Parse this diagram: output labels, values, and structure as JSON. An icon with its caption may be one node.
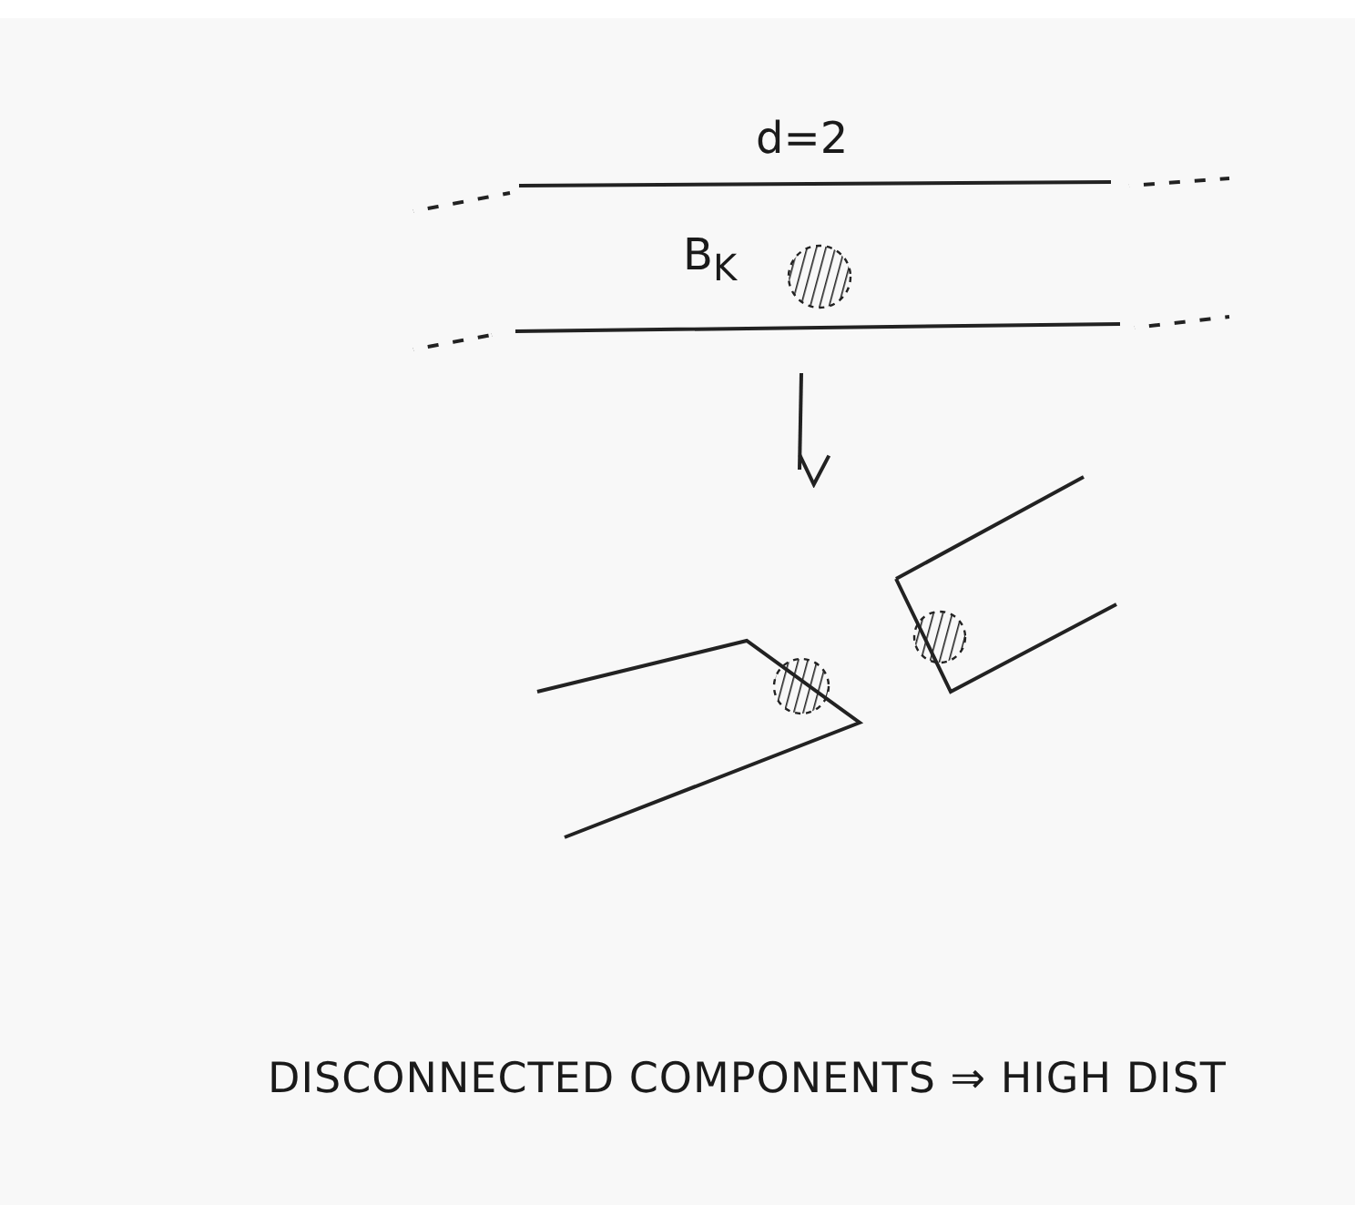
{
  "diagram": {
    "nodes": [
      {
        "text": [
          "d=2",
          "B$_{K}$"
        ]
      },
      {
        "text": [],
        "shape": "picture"
      }
    ],
    "edges": [
      {
        "from": 0,
        "to": 1,
        "arrow": "to"
      }
    ],
    "labels": [
      "DISCONNECTED COMPONENTS ⇒ HIGH DIST"
    ]
  }
}
